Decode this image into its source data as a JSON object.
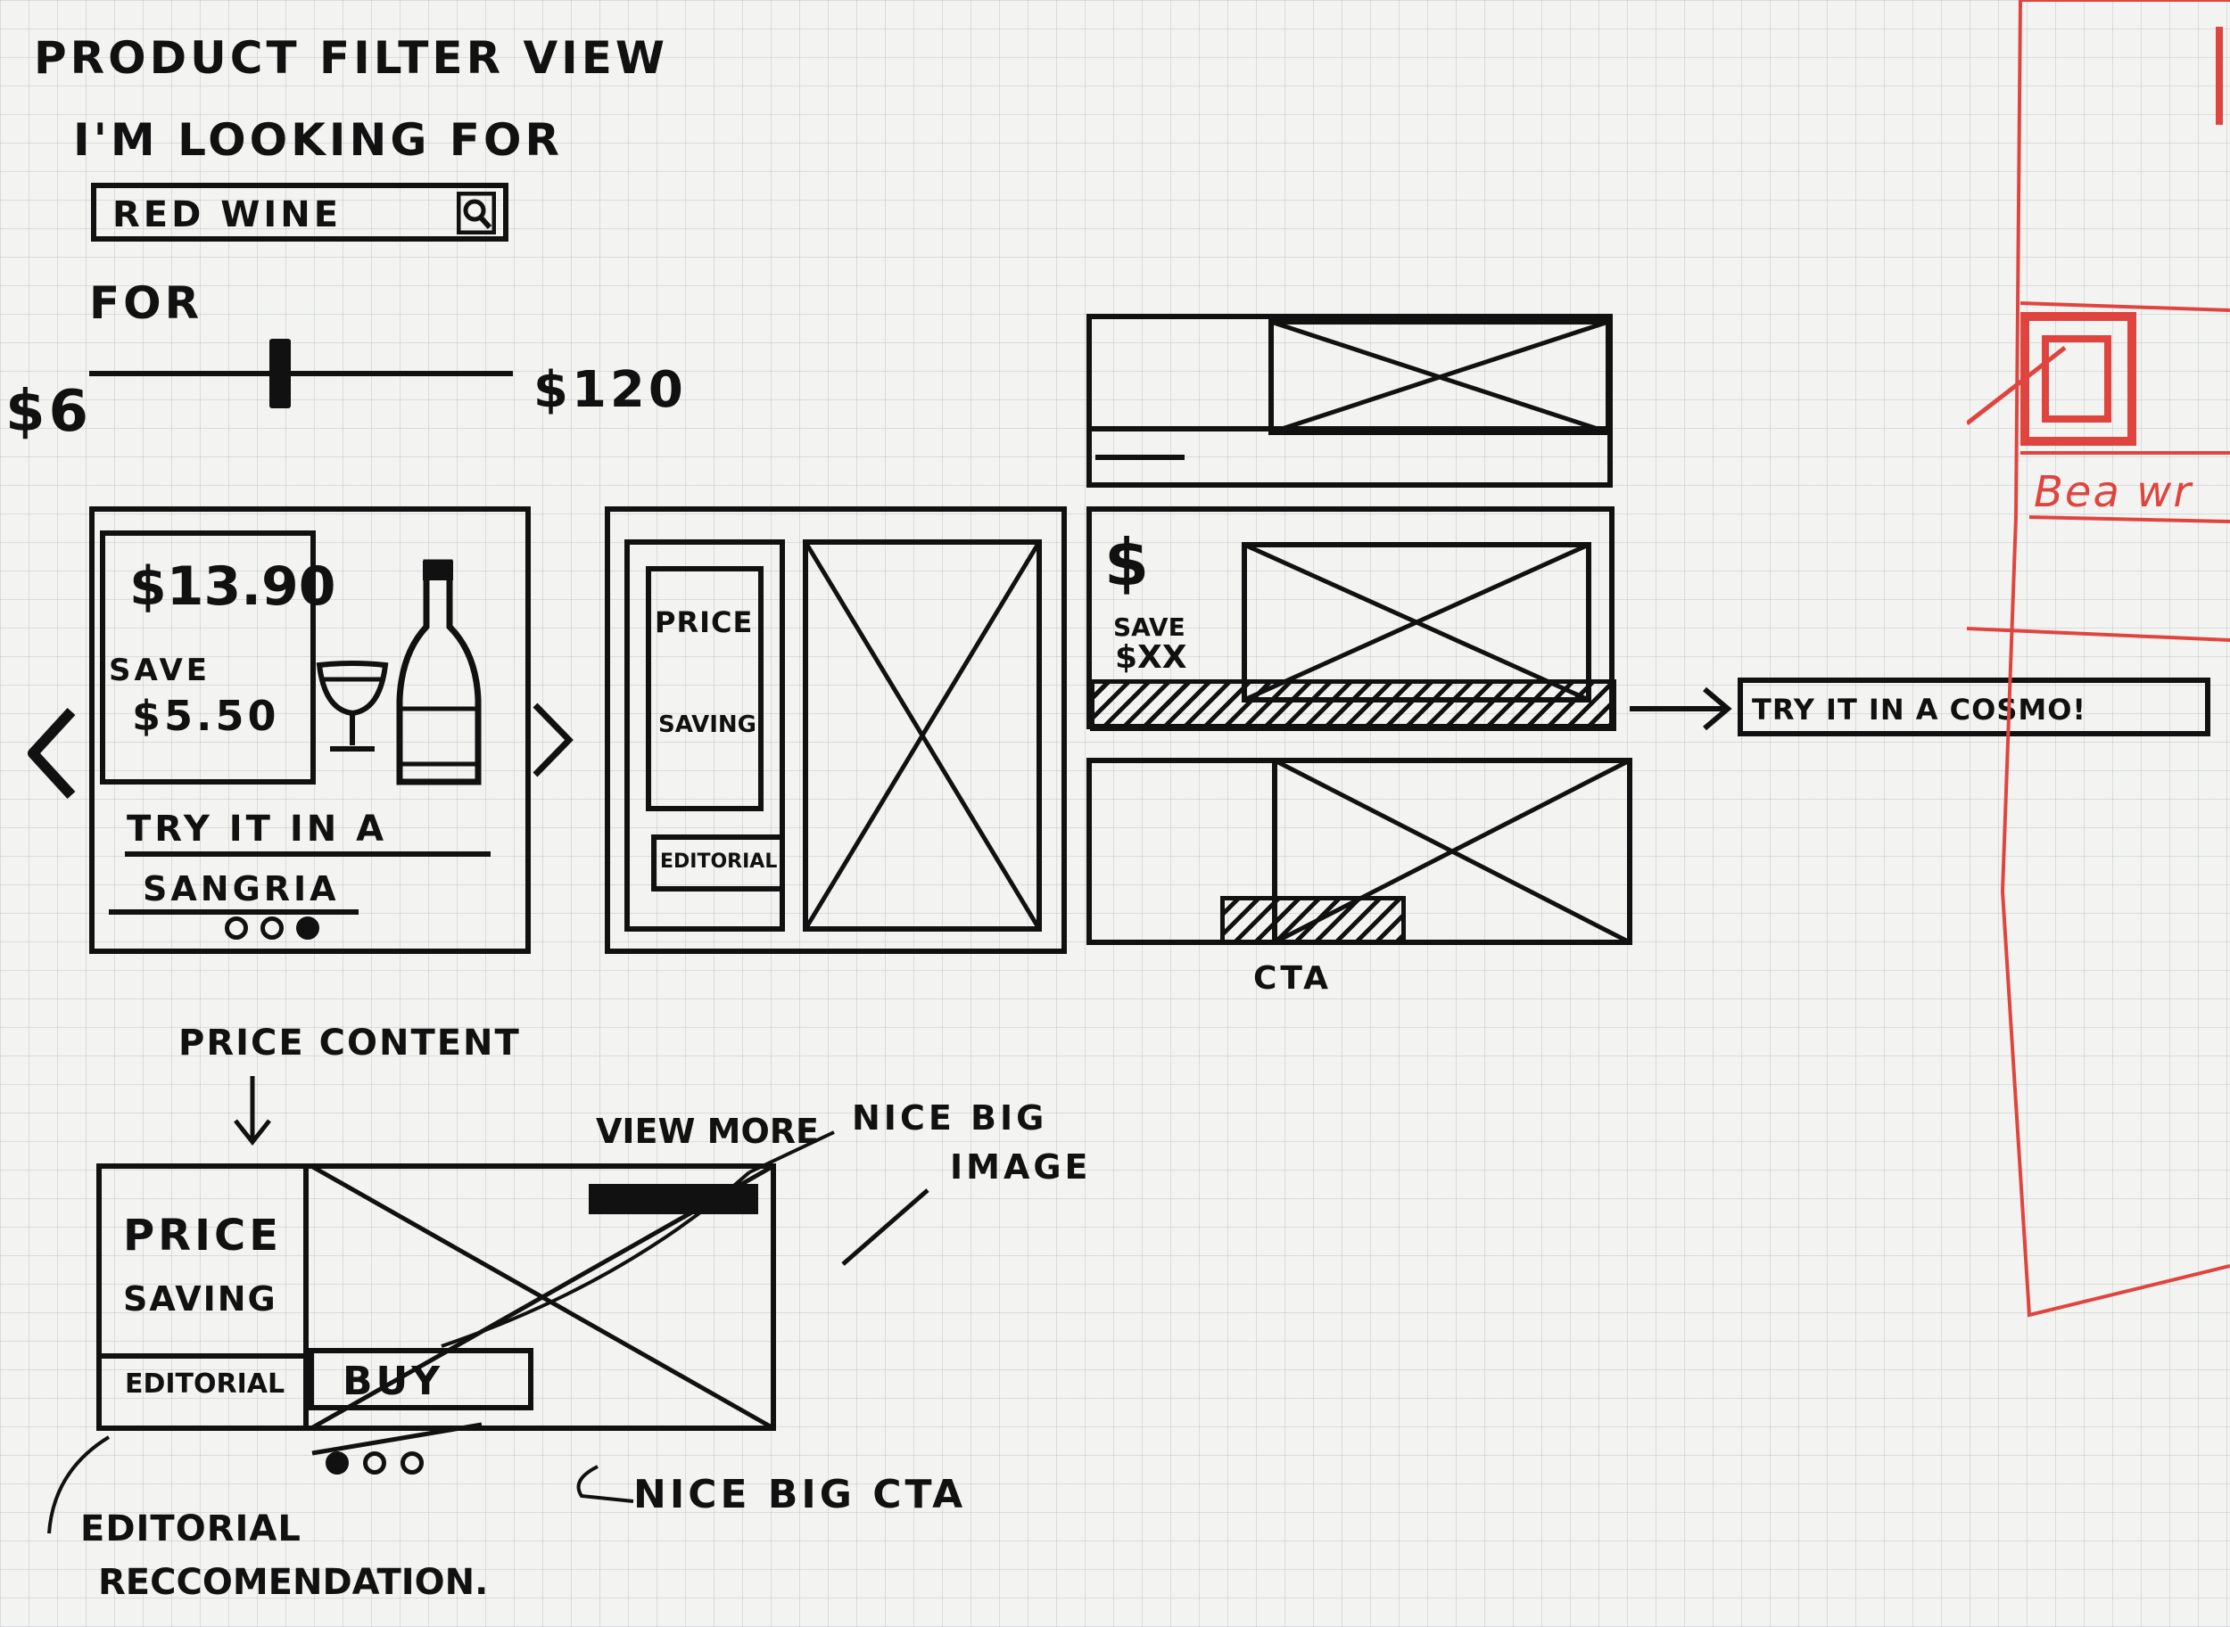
{
  "page": {
    "title": "PRODUCT FILTER VIEW",
    "prompt": "I'M LOOKING FOR",
    "for_label": "FOR"
  },
  "search": {
    "value": "RED WINE",
    "icon": "search-icon"
  },
  "price_slider": {
    "min_label": "$6",
    "max_label": "$120",
    "min": 6,
    "max": 120,
    "handle_fraction": 0.45
  },
  "card_1": {
    "price": "$13.90",
    "save_label": "SAVE",
    "save_amount": "$5.50",
    "cta_line1": "TRY IT IN A",
    "cta_line2": "SANGRIA",
    "dots": [
      false,
      false,
      true
    ]
  },
  "card_2": {
    "price_label": "PRICE",
    "saving_label": "SAVING",
    "editorial_label": "EDITORIAL"
  },
  "tile_b": {
    "price_symbol": "$",
    "save_label": "SAVE",
    "save_amount": "$XX"
  },
  "tile_c": {
    "cta_note": "CTA"
  },
  "cosmo_callout": "TRY IT IN A COSMO!",
  "bottom_card": {
    "price_content_note": "PRICE CONTENT",
    "price_label": "PRICE",
    "saving_label": "SAVING",
    "editorial_label": "EDITORIAL",
    "buy_label": "BUY",
    "view_more_note": "VIEW MORE",
    "nice_big_image_line1": "NICE BIG",
    "nice_big_image_line2": "IMAGE",
    "nice_big_cta": "NICE BIG CTA",
    "editorial_note_line1": "EDITORIAL",
    "editorial_note_line2": "RECCOMENDATION.",
    "dots": [
      true,
      false,
      false
    ]
  },
  "red_sketch": {
    "label": "Bea wr",
    "accent_color": "#e0443f"
  },
  "colors": {
    "ink": "#111111",
    "paper": "#f3f4f1",
    "red_pen": "#e0443f"
  }
}
